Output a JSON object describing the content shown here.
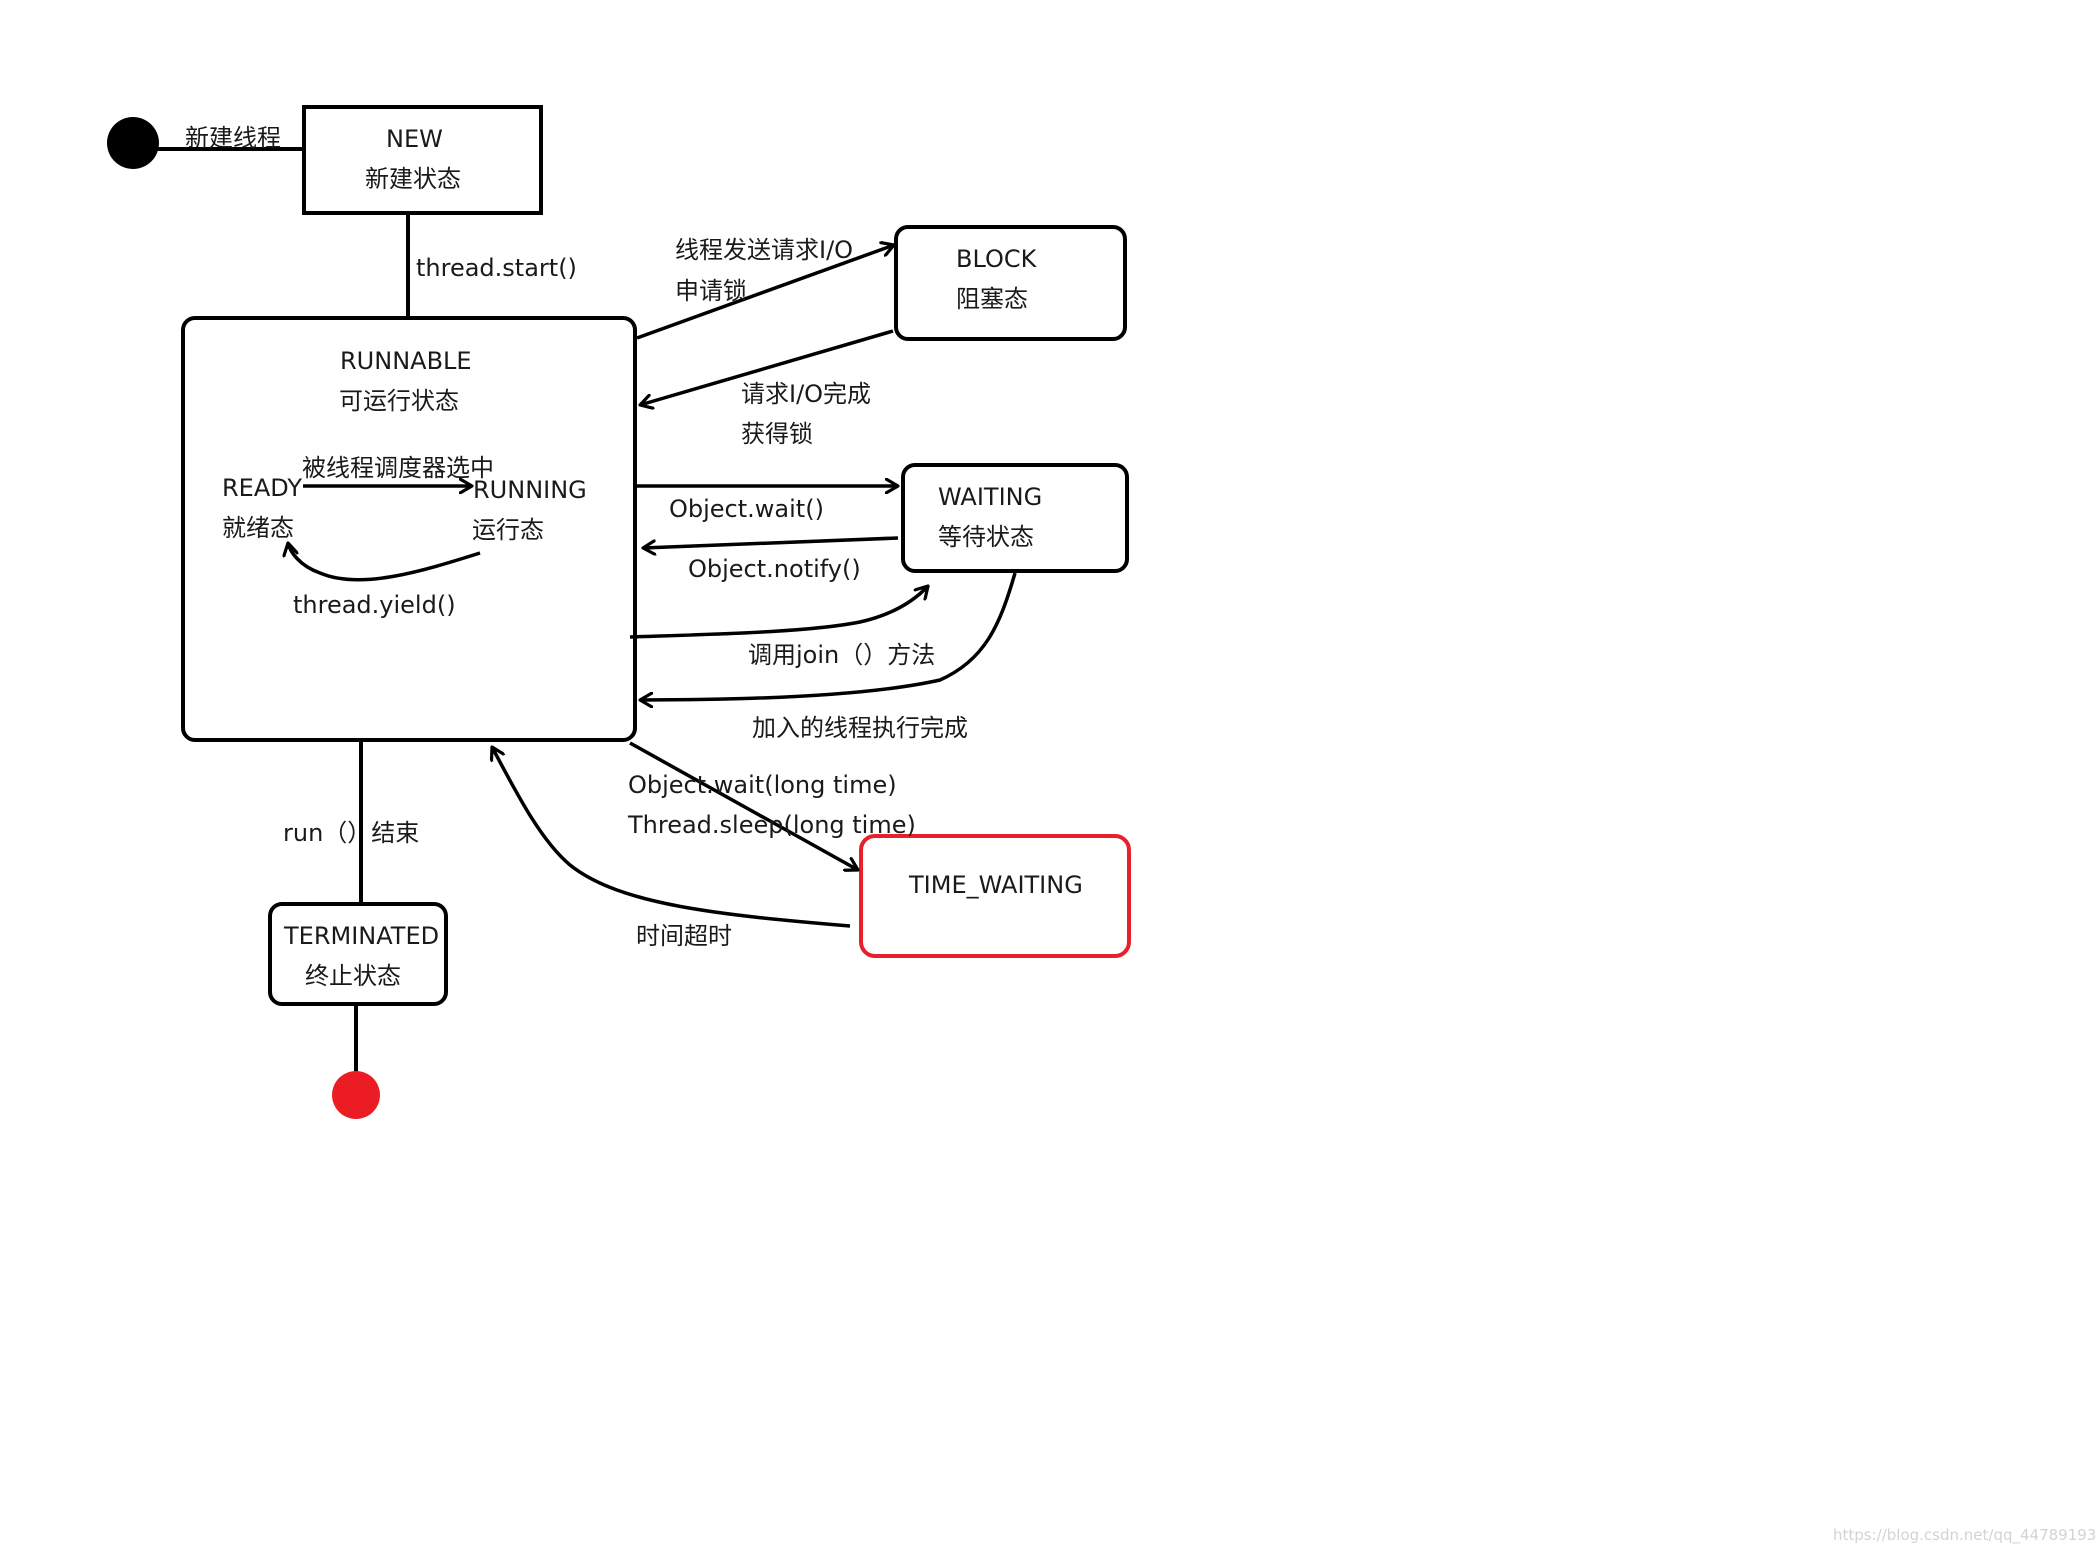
{
  "states": {
    "new": {
      "name": "NEW",
      "desc": "新建状态"
    },
    "runnable": {
      "name": "RUNNABLE",
      "desc": "可运行状态"
    },
    "ready": {
      "name": "READY",
      "desc": "就绪态"
    },
    "running": {
      "name": "RUNNING",
      "desc": "运行态"
    },
    "block": {
      "name": "BLOCK",
      "desc": "阻塞态"
    },
    "waiting": {
      "name": "WAITING",
      "desc": "等待状态"
    },
    "time_waiting": {
      "name": "TIME_WAITING"
    },
    "terminated": {
      "name": "TERMINATED",
      "desc": "终止状态"
    }
  },
  "transitions": {
    "create": "新建线程",
    "start": "thread.start()",
    "to_block_1": "线程发送请求I/O",
    "to_block_2": "申请锁",
    "from_block_1": "请求I/O完成",
    "from_block_2": "获得锁",
    "scheduled": "被线程调度器选中",
    "yield": "thread.yield()",
    "wait": "Object.wait()",
    "notify": "Object.notify()",
    "join": "调用join（）方法",
    "join_done": "加入的线程执行完成",
    "timed_1": "Object.wait(long time)",
    "timed_2": "Thread.sleep(long time)",
    "timeout": "时间超时",
    "run_end": "run（）结束"
  },
  "colors": {
    "line": "#000000",
    "highlight": "#e8202a",
    "end_dot": "#ec1c24"
  },
  "watermark": "https://blog.csdn.net/qq_44789193"
}
